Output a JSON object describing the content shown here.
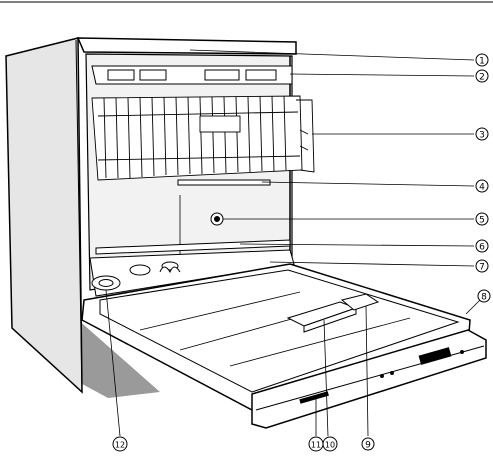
{
  "callouts": [
    {
      "id": "1",
      "label": "1"
    },
    {
      "id": "2",
      "label": "2"
    },
    {
      "id": "3",
      "label": "3"
    },
    {
      "id": "4",
      "label": "4"
    },
    {
      "id": "5",
      "label": "5"
    },
    {
      "id": "6",
      "label": "6"
    },
    {
      "id": "7",
      "label": "7"
    },
    {
      "id": "8",
      "label": "8"
    },
    {
      "id": "9",
      "label": "9"
    },
    {
      "id": "10",
      "label": "10"
    },
    {
      "id": "11",
      "label": "11"
    },
    {
      "id": "12",
      "label": "12"
    }
  ],
  "colors": {
    "line": "#000000",
    "cabinet_side": "#e6e6e6",
    "cavity": "#f2f2f2",
    "shadow": "#9a9a9a",
    "background": "#ffffff"
  }
}
